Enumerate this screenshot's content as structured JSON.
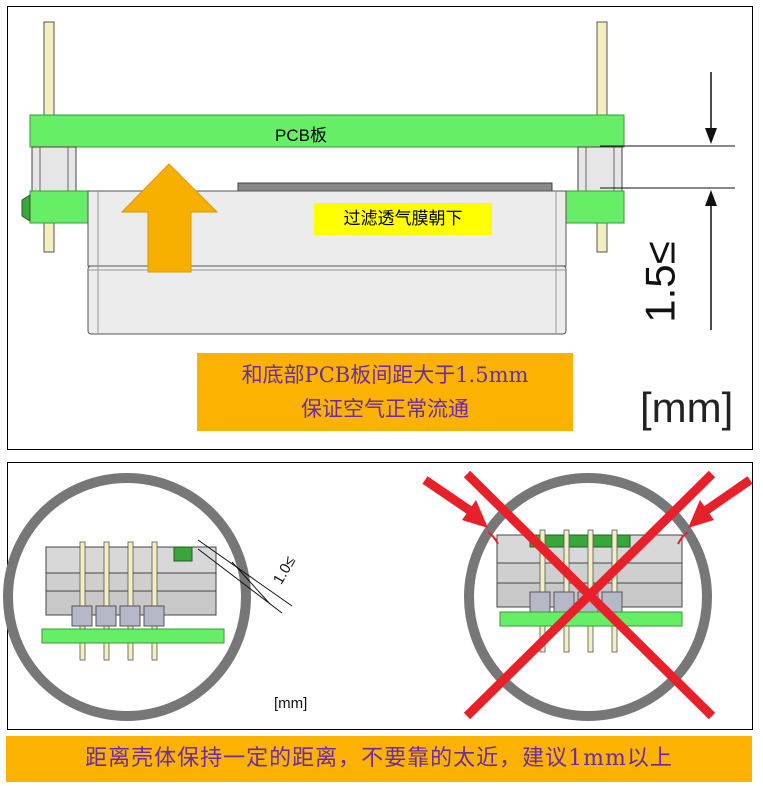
{
  "top_panel": {
    "pcb_label": "PCB板",
    "filter_label": "过滤透气膜朝下",
    "dimension_label": "1.5≤",
    "unit_label": "[mm]",
    "caption_line1": "和底部PCB板间距大于1.5mm",
    "caption_line2": "保证空气正常流通"
  },
  "bottom_panel": {
    "dimension_label": "1.0≤",
    "unit_label": "[mm]"
  },
  "bottom_caption": "距离壳体保持一定的距离，不要靠的太近，建议1mm以上",
  "colors": {
    "pcb_green": "#66ee66",
    "arrow_orange": "#f7b000",
    "caption_orange": "#fbb200",
    "caption_text": "#6b2aa6",
    "filter_yellow": "#ffff00",
    "cross_red": "#e8202a"
  }
}
